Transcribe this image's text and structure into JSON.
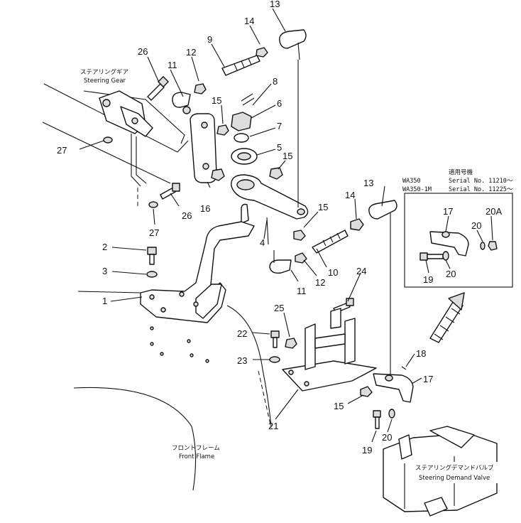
{
  "labels": {
    "steering_gear_jp": "ステアリングギア",
    "steering_gear_en": "Steering Gear",
    "front_frame_jp": "フロントフレーム",
    "front_frame_en": "Front Flame",
    "demand_valve_jp": "ステアリングデマンドバルブ",
    "demand_valve_en": "Steering Demand Valve"
  },
  "applicability": {
    "header_jp": "適用号機",
    "rows": [
      {
        "model": "WA350",
        "serial": "Serial No. 11210～"
      },
      {
        "model": "WA350-1M",
        "serial": "Serial No. 11225～"
      }
    ]
  },
  "callouts": {
    "c1": "1",
    "c2": "2",
    "c3": "3",
    "c4": "4",
    "c5": "5",
    "c6": "6",
    "c7": "7",
    "c8": "8",
    "c9": "9",
    "c10": "10",
    "c11a": "11",
    "c11b": "11",
    "c12a": "12",
    "c12b": "12",
    "c13a": "13",
    "c13b": "13",
    "c14a": "14",
    "c14b": "14",
    "c15a": "15",
    "c15b": "15",
    "c15c": "15",
    "c15d": "15",
    "c16": "16",
    "c17a": "17",
    "c17b": "17",
    "c18": "18",
    "c19a": "19",
    "c19b": "19",
    "c20a": "20",
    "c20b": "20",
    "c20c": "20",
    "c20A": "20A",
    "c21": "21",
    "c22": "22",
    "c23": "23",
    "c24": "24",
    "c25": "25",
    "c26a": "26",
    "c26b": "26",
    "c27a": "27",
    "c27b": "27"
  }
}
